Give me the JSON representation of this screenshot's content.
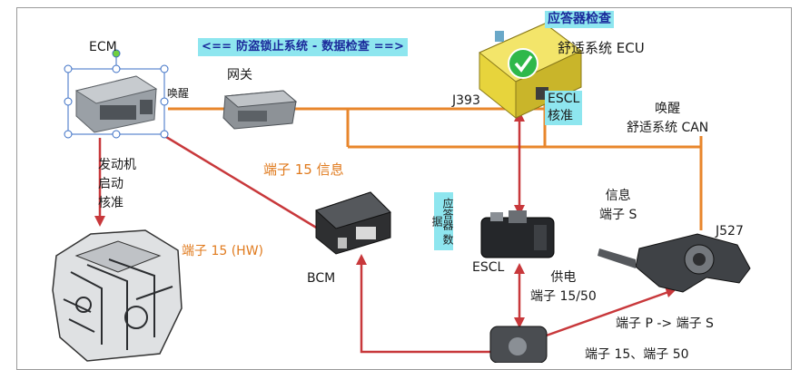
{
  "banner": "<== 防盗锁止系统 - 数据检查 ==>",
  "ecm": {
    "label": "ECM",
    "wake": "唤醒"
  },
  "gateway": {
    "label": "网关"
  },
  "j393": {
    "label": "J393",
    "transponder": "应答器检查",
    "comfort_ecu": "舒适系统 ECU",
    "escl_approve": "ESCL\n核准"
  },
  "wake_comfort_can": "唤醒\n舒适系统 CAN",
  "engine_start": "发动机\n启动\n核准",
  "terminal15_info": "端子 15 信息",
  "terminal15_hw": "端子 15 (HW)",
  "bcm": {
    "label": "BCM"
  },
  "transponder_data": "应答器 数据",
  "escl": {
    "label": "ESCL"
  },
  "signal_s": "信息\n端子 S",
  "j527": {
    "label": "J527"
  },
  "power_supply": "供电\n端子 15/50",
  "p_to_s": "端子 P -> 端子 S",
  "terminal_15_50": "端子 15、端子 50",
  "colors": {
    "orange": "#e8862b",
    "red": "#c8383b",
    "cyan": "#8ee6ef",
    "check": "#2fb84a"
  }
}
